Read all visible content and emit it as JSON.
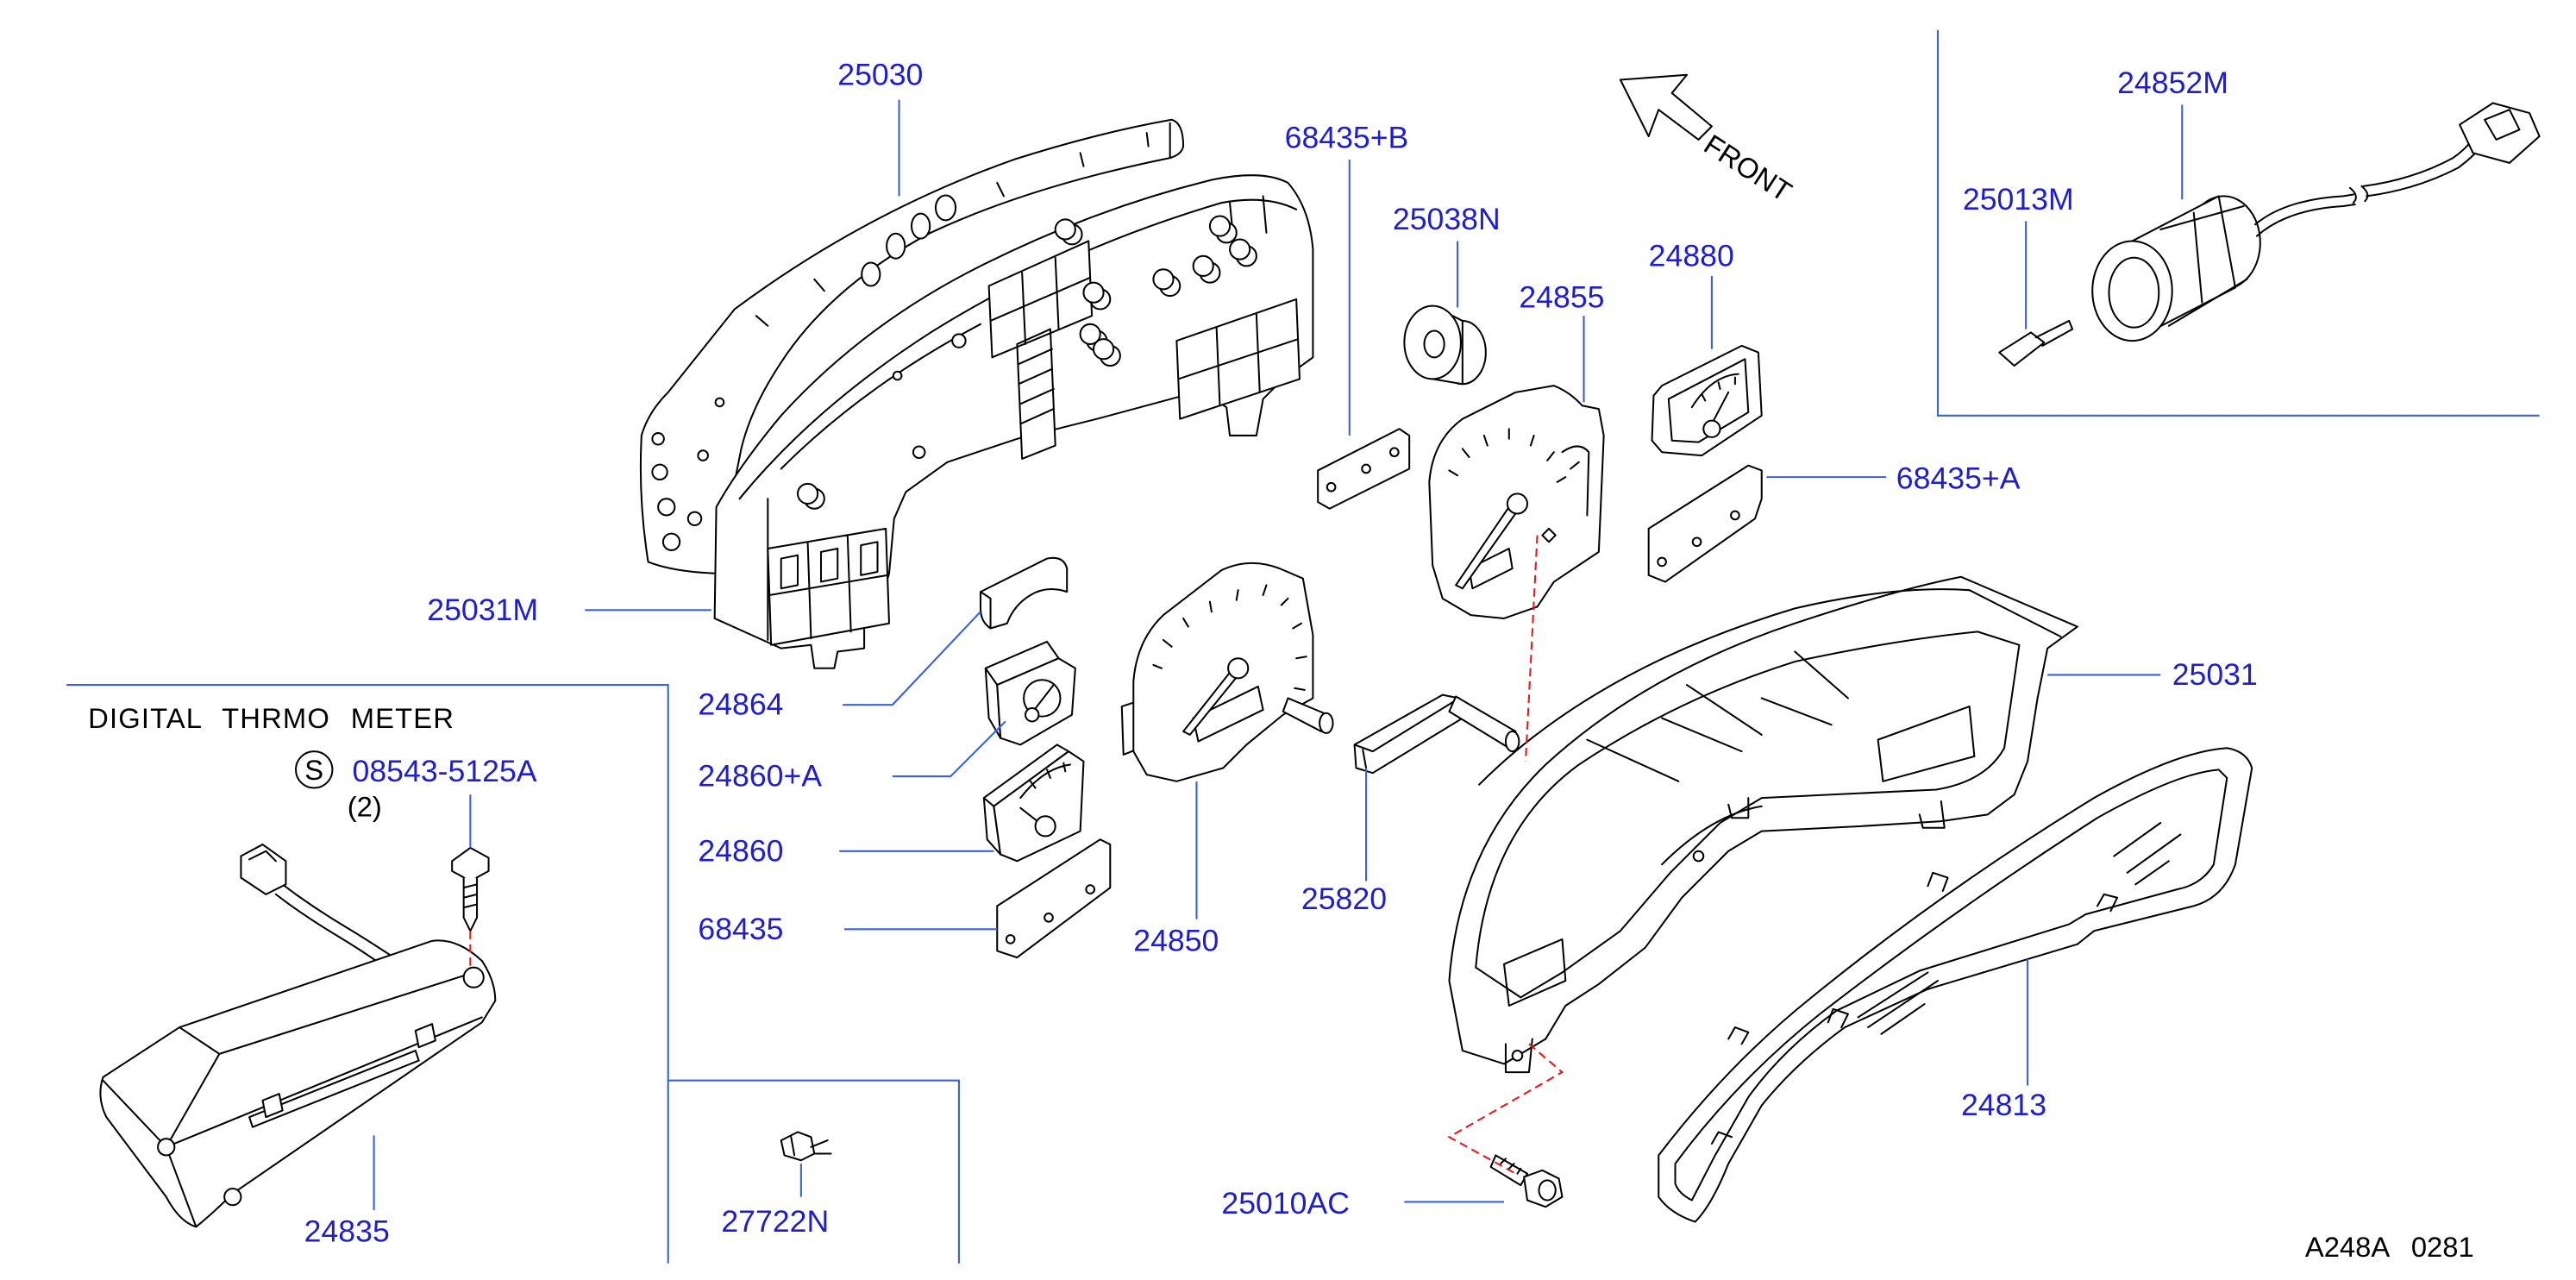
{
  "diagram": {
    "direction_label": "FRONT",
    "section_title": "DIGITAL THRMO METER",
    "standard_part_marker": "S",
    "quantity_note": "(2)",
    "diagram_code": "A248A 0281",
    "part_numbers": [
      "25030",
      "68435+B",
      "25038N",
      "24855",
      "24880",
      "24852M",
      "25013M",
      "68435+A",
      "25031M",
      "25031",
      "24864",
      "24860+A",
      "24860",
      "68435",
      "24850",
      "25820",
      "24813",
      "25010AC",
      "27722N",
      "08543-5125A",
      "24835"
    ]
  },
  "colors": {
    "part_number": "#1e1ecc",
    "leader_line": "#3a63d6",
    "drawing": "#000000",
    "alignment_line": "#e01e1e",
    "background": "#ffffff"
  }
}
